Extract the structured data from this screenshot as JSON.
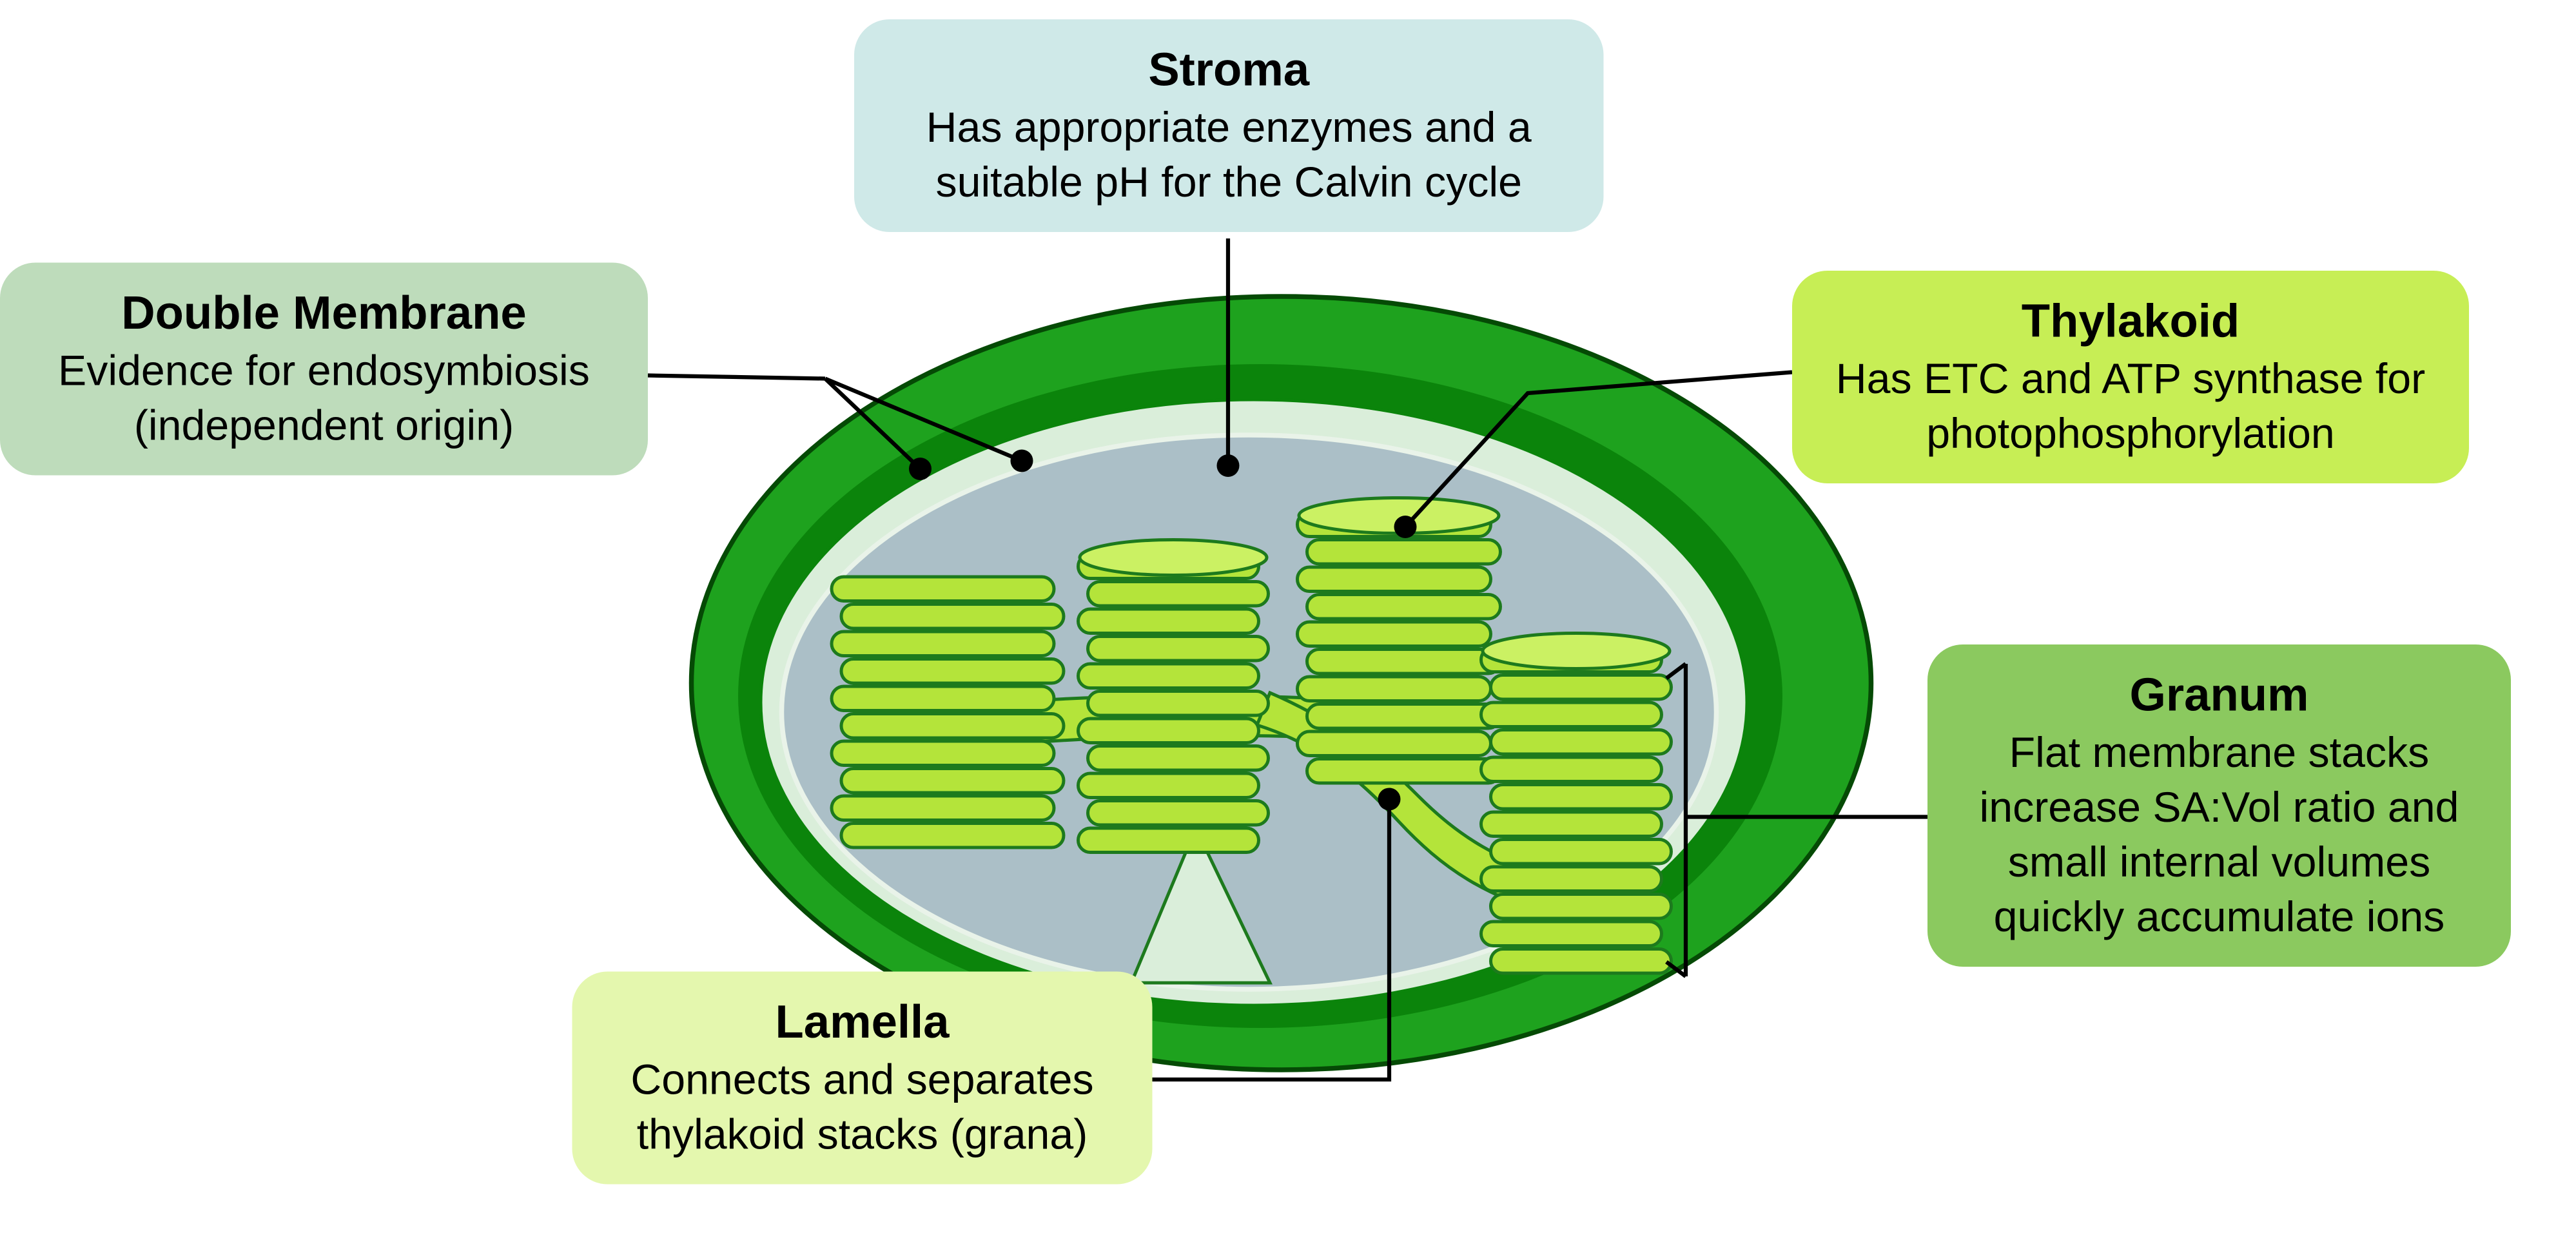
{
  "callouts": {
    "stroma": {
      "title": "Stroma",
      "body": "Has appropriate enzymes and a suitable pH for the Calvin cycle"
    },
    "double_membrane": {
      "title": "Double Membrane",
      "body": "Evidence for endosymbiosis (independent origin)"
    },
    "thylakoid": {
      "title": "Thylakoid",
      "body": "Has ETC and ATP synthase for photophosphorylation"
    },
    "granum": {
      "title": "Granum",
      "body": "Flat membrane stacks increase SA:Vol ratio and small internal volumes quickly accumulate ions"
    },
    "lamella": {
      "title": "Lamella",
      "body": "Connects and separates thylakoid stacks (grana)"
    }
  },
  "colors": {
    "stroma_box": "#cfe9e8",
    "double_membrane_box": "#bedcbb",
    "thylakoid_box": "#c7ee55",
    "granum_box": "#8bc95f",
    "lamella_box": "#e4f7ae",
    "chloroplast_outer": "#1ea21e",
    "chloroplast_inner_membrane": "#0b840b",
    "chloroplast_intermembrane_space": "#daeeda",
    "stroma_fill": "#abbfc7",
    "granum_fill": "#b4e43a",
    "granum_outline": "#1d7a1d",
    "connector_line": "#000000"
  }
}
